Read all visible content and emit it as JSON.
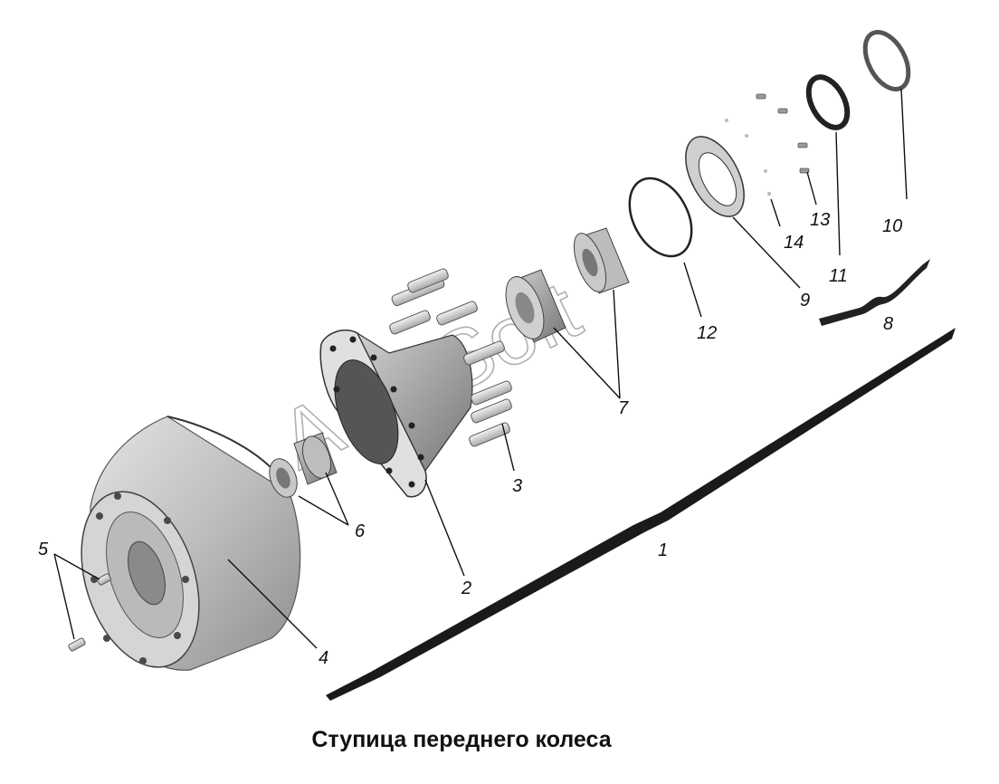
{
  "caption": "Ступица переднего колеса",
  "watermark": "AutoSoft",
  "callouts": {
    "c1": "1",
    "c2": "2",
    "c3": "3",
    "c4": "4",
    "c5": "5",
    "c6": "6",
    "c7": "7",
    "c8": "8",
    "c9": "9",
    "c10": "10",
    "c11": "11",
    "c12": "12",
    "c13": "13",
    "c14": "14"
  }
}
